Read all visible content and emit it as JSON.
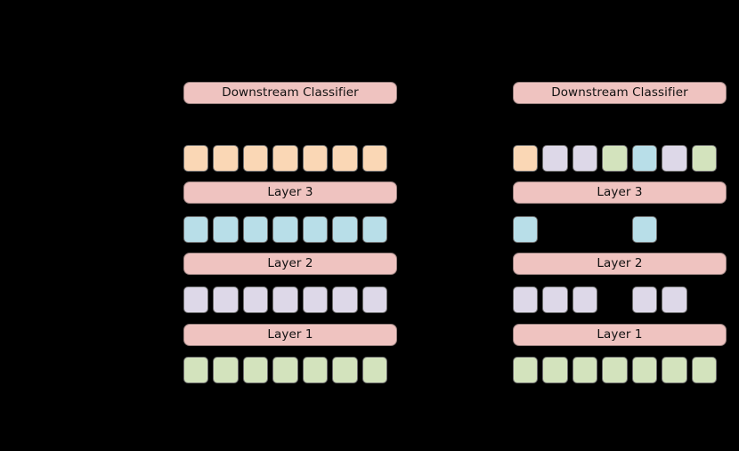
{
  "figure": {
    "background_color": "#000000",
    "panel_count": 2
  },
  "palette": {
    "bar_pink": "#EFC3C0",
    "token_orange": "#FAD7B5",
    "token_blue": "#B8DEE8",
    "token_lavender": "#DDD8E8",
    "token_green": "#D3E3BD",
    "outline": "#6f6f6f",
    "text": "#111111"
  },
  "labels": {
    "classifier": "Downstream Classifier",
    "layer3": "Layer 3",
    "layer2": "Layer 2",
    "layer1": "Layer 1"
  },
  "panels": [
    {
      "id": "left",
      "classifier_label": "Downstream Classifier",
      "layer3_label": "Layer 3",
      "layer2_label": "Layer 2",
      "layer1_label": "Layer 1",
      "rows": {
        "top": [
          "orange",
          "orange",
          "orange",
          "orange",
          "orange",
          "orange",
          "orange"
        ],
        "blue": [
          "blue",
          "blue",
          "blue",
          "blue",
          "blue",
          "blue",
          "blue"
        ],
        "lavender": [
          "lavender",
          "lavender",
          "lavender",
          "lavender",
          "lavender",
          "lavender",
          "lavender"
        ],
        "green": [
          "green",
          "green",
          "green",
          "green",
          "green",
          "green",
          "green"
        ]
      }
    },
    {
      "id": "right",
      "classifier_label": "Downstream Classifier",
      "layer3_label": "Layer 3",
      "layer2_label": "Layer 2",
      "layer1_label": "Layer 1",
      "rows": {
        "top": [
          "orange",
          "lavender",
          "lavender",
          "green",
          "blue",
          "lavender",
          "green"
        ],
        "blue": [
          "blue",
          "empty",
          "empty",
          "empty",
          "blue",
          "empty",
          "empty"
        ],
        "lavender": [
          "lavender",
          "lavender",
          "lavender",
          "empty",
          "lavender",
          "lavender",
          "empty"
        ],
        "green": [
          "green",
          "green",
          "green",
          "green",
          "green",
          "green",
          "green"
        ]
      }
    }
  ]
}
